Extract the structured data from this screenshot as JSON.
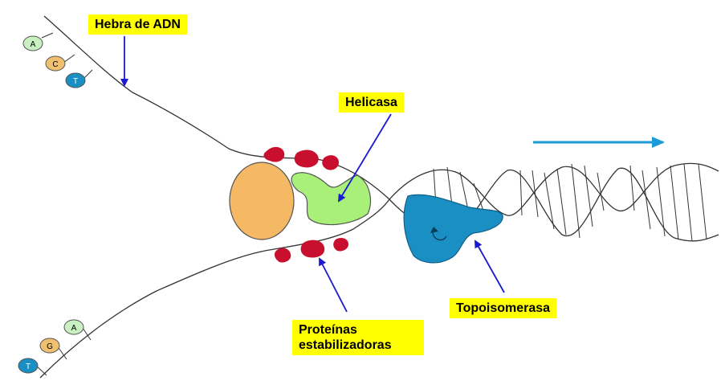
{
  "labels": {
    "strand": "Hebra de ADN",
    "helicase": "Helicasa",
    "stabilizing_proteins_line1": "Proteínas",
    "stabilizing_proteins_line2": "estabilizadoras",
    "topoisomerase": "Topoisomerasa"
  },
  "nucleotides_top": [
    "A",
    "C",
    "T"
  ],
  "nucleotides_bottom": [
    "A",
    "G",
    "T"
  ],
  "colors": {
    "label_bg": "#ffff00",
    "pointer_arrow": "#1a1ad0",
    "direction_arrow": "#1a9ad6",
    "primase": "#f5b865",
    "helicase": "#a8f07a",
    "ssb_protein": "#c8102e",
    "topoisomerase": "#1a8fc4",
    "nucleotide_A": "#c8f0c0",
    "nucleotide_C": "#f0c070",
    "nucleotide_G": "#f0c070",
    "nucleotide_T": "#1a8fc4"
  }
}
